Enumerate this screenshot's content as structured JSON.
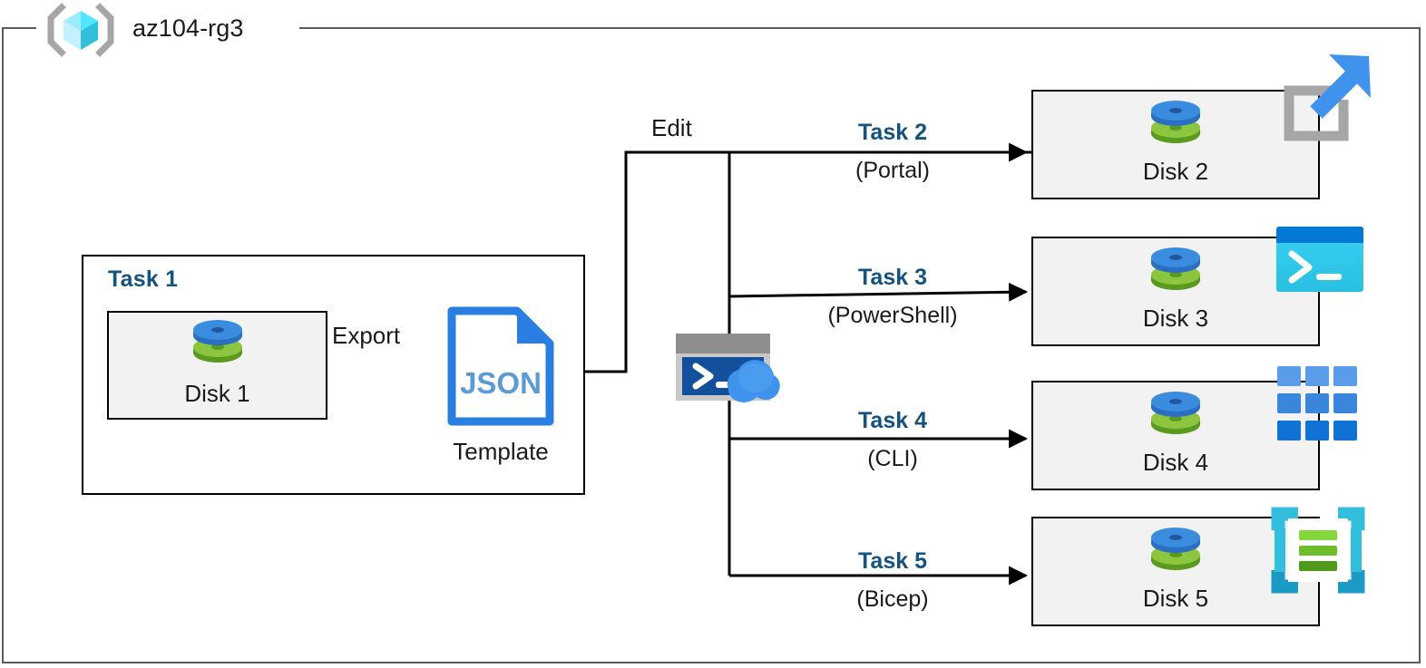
{
  "diagram": {
    "type": "azure-architecture-diagram",
    "resource_group": {
      "name": "az104-rg3",
      "icon": "resource-group-cube-icon"
    },
    "colors": {
      "task_label": "#15537e",
      "box_border": "#000000",
      "card_fill": "#f2f2f2",
      "frame_border": "#595959",
      "disk_top_ring": "#3a8dde",
      "disk_bottom_ring": "#74bb27",
      "json_blue": "#2a7de1",
      "json_text": "#5b9bd5",
      "cube_cyan": "#50e6ff",
      "bicep_teal": "#32bedd",
      "powershell_cyan": "#32c8f0",
      "cli_blue": "#3d8fe0"
    },
    "task1": {
      "title": "Task 1",
      "disk": {
        "label": "Disk 1",
        "icon": "managed-disk-icon"
      },
      "export_label": "Export",
      "template": {
        "file_type": "JSON",
        "caption": "Template",
        "icon": "json-file-icon"
      }
    },
    "edit_label": "Edit",
    "cloud_shell": {
      "icon": "cloud-shell-icon"
    },
    "branches": [
      {
        "task": "Task 2",
        "tool": "(Portal)",
        "disk": "Disk 2",
        "icon": "azure-portal-icon",
        "disk_icon": "managed-disk-icon"
      },
      {
        "task": "Task 3",
        "tool": "(PowerShell)",
        "disk": "Disk 3",
        "icon": "powershell-icon",
        "disk_icon": "managed-disk-icon"
      },
      {
        "task": "Task 4",
        "tool": "(CLI)",
        "disk": "Disk 4",
        "icon": "azure-cli-icon",
        "disk_icon": "managed-disk-icon"
      },
      {
        "task": "Task 5",
        "tool": "(Bicep)",
        "disk": "Disk 5",
        "icon": "bicep-icon",
        "disk_icon": "managed-disk-icon"
      }
    ]
  }
}
